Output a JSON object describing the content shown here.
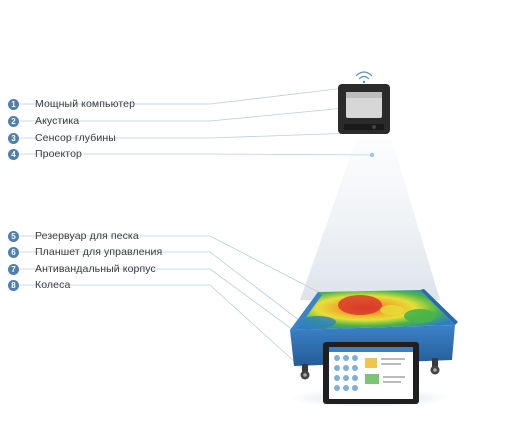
{
  "labels_top": [
    {
      "number": "1",
      "text": "Мощный компьютер"
    },
    {
      "number": "2",
      "text": "Акустика"
    },
    {
      "number": "3",
      "text": "Сенсор глубины"
    },
    {
      "number": "4",
      "text": "Проектор"
    }
  ],
  "labels_bottom": [
    {
      "number": "5",
      "text": "Резервуар для песка"
    },
    {
      "number": "6",
      "text": "Планшет для управления"
    },
    {
      "number": "7",
      "text": "Антивандальный корпус"
    },
    {
      "number": "8",
      "text": "Колеса"
    }
  ],
  "colors": {
    "badge": "#4f7fae",
    "leader_line": "#b9cfe0",
    "sandbox_frame": "#2f6fb5",
    "projector_body": "#2b2b2b"
  }
}
